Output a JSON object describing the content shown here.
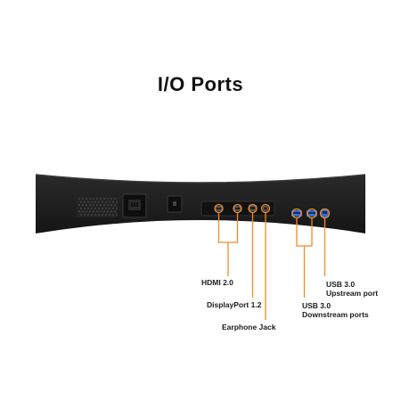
{
  "title": "I/O Ports",
  "colors": {
    "callout": "#f08c2a",
    "usb_port": "#2d6fd6",
    "monitor_body": "#1f1f1f"
  },
  "labels": {
    "hdmi": "HDMI 2.0",
    "displayport": "DisplayPort 1.2",
    "earphone": "Earphone Jack",
    "usb_upstream_line1": "USB 3.0",
    "usb_upstream_line2": "Upstream port",
    "usb_downstream_line1": "USB 3.0",
    "usb_downstream_line2": "Downstream ports"
  }
}
